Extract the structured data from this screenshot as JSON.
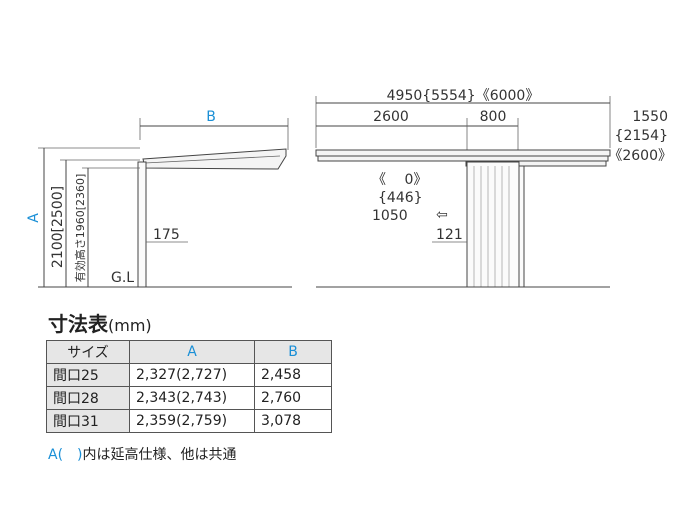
{
  "diagram": {
    "side": {
      "label_B": "B",
      "label_A": "A",
      "height": "2100[2500]",
      "effective_height": "有効高さ1960[2360]",
      "offset": "175",
      "ground": "G.L"
    },
    "front": {
      "total": "4950{5554}《6000》",
      "left_span": "2600",
      "mid_span": "800",
      "right_a": "1550",
      "right_b": "{2154}",
      "right_c": "《2600》",
      "post_a": "《　 0》",
      "post_b": "{446}",
      "post_c": "1050",
      "arrow": "⇦",
      "post_offset": "121"
    }
  },
  "table": {
    "title": "寸法表",
    "unit": "(mm)",
    "headers": [
      "サイズ",
      "A",
      "B"
    ],
    "rows": [
      {
        "size": "間口25",
        "a": "2,327(2,727)",
        "b": "2,458"
      },
      {
        "size": "間口28",
        "a": "2,343(2,743)",
        "b": "2,760"
      },
      {
        "size": "間口31",
        "a": "2,359(2,759)",
        "b": "3,078"
      }
    ]
  },
  "note": {
    "prefix": "A(　)",
    "text": "内は延高仕様、他は共通"
  },
  "colors": {
    "accent": "#1a8fd6",
    "line": "#444444",
    "header_bg": "#e6e6e6"
  }
}
